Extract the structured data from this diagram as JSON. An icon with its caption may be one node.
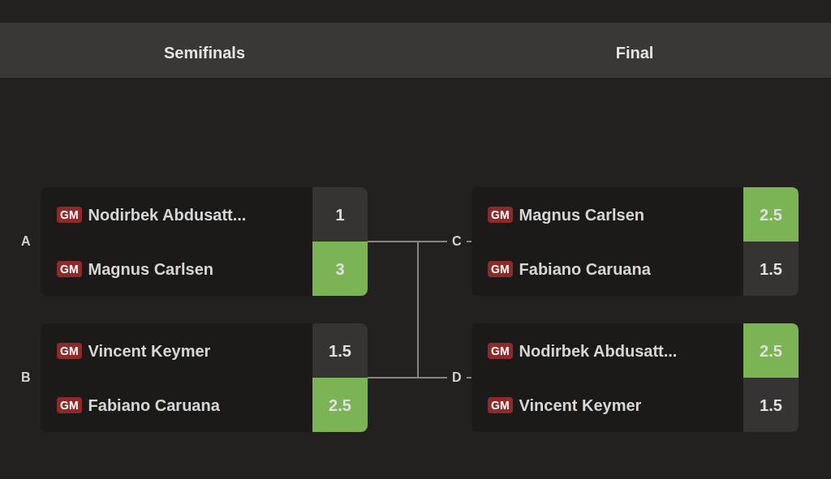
{
  "diagram": {
    "nodes": [
      {
        "text": [
          "GM",
          "Nodirbek Abdusatt...",
          "1",
          "GM",
          "Magnus Carlsen",
          "3"
        ],
        "beside": [
          "A"
        ]
      },
      {
        "text": [
          "GM",
          "Vincent Keymer",
          "1.5",
          "GM",
          "Fabiano Caruana",
          "2.5"
        ],
        "beside": [
          "B"
        ]
      },
      {
        "text": [
          "GM",
          "Magnus Carlsen",
          "2.5",
          "GM",
          "Fabiano Caruana",
          "1.5"
        ],
        "beside": [
          "C"
        ]
      },
      {
        "text": [
          "GM",
          "Nodirbek Abdusatt...",
          "2.5",
          "GM",
          "Vincent Keymer",
          "1.5"
        ],
        "beside": [
          "D"
        ]
      }
    ],
    "edges": [
      {
        "from": 0,
        "to": 2,
        "arrow": "none"
      },
      {
        "from": 0,
        "to": 3,
        "arrow": "none"
      },
      {
        "from": 1,
        "to": 2,
        "arrow": "none"
      },
      {
        "from": 1,
        "to": 3,
        "arrow": "none"
      }
    ],
    "labels": [
      "Semifinals",
      "Final"
    ]
  }
}
